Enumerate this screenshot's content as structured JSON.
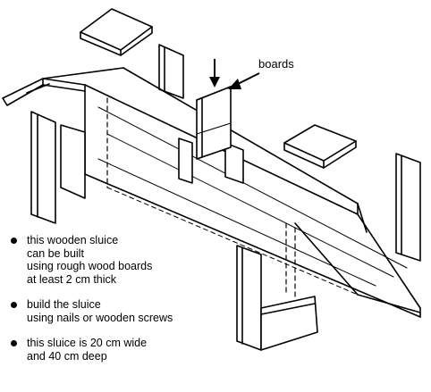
{
  "callout": {
    "label": "boards"
  },
  "notes": [
    {
      "lines": [
        "this wooden sluice",
        "can be built",
        "using rough wood boards",
        "at least 2 cm thick"
      ]
    },
    {
      "lines": [
        "build the sluice",
        "using nails or wooden screws"
      ]
    },
    {
      "lines": [
        "this sluice is 20 cm wide",
        "and 40 cm deep"
      ]
    }
  ]
}
